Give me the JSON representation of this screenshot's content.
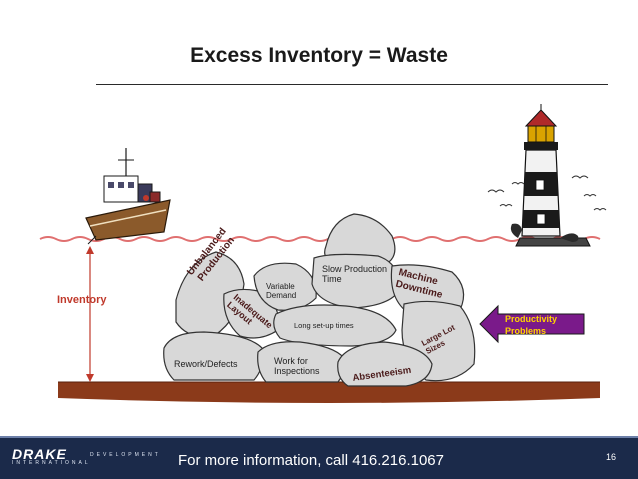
{
  "title": "Excess Inventory = Waste",
  "inventory_label": "Inventory",
  "rocks": {
    "unbalanced": "Unbalanced Production",
    "inadequate": "Inadequate Layout",
    "variable": "Variable Demand",
    "slow": "Slow Production Time",
    "machine": "Machine Downtime",
    "setup": "Long set-up times",
    "large_lot": "Large Lot Sizes",
    "rework": "Rework/Defects",
    "inspections": "Work for Inspections",
    "absenteeism": "Absenteeism"
  },
  "productivity": "Productivity Problems",
  "footer": {
    "logo": "DRAKE",
    "logo_tag": "DEVELOPMENT",
    "logo_sub": "INTERNATIONAL",
    "info": "For more information, call 416.216.1067",
    "page": "16"
  },
  "colors": {
    "water_line": "#e07070",
    "sea_floor": "#8b3a1a",
    "arrow_fill": "#7a1a8a",
    "label_red": "#c0392b",
    "footer_bg": "#1b2a4a"
  }
}
